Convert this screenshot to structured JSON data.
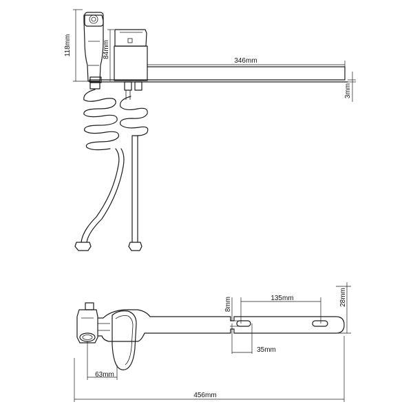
{
  "dimensions": {
    "side_height_handset": "118mm",
    "side_height_body": "84mm",
    "side_spout_length": "346mm",
    "side_spout_thickness": "3mm",
    "top_slot_spacing": "135mm",
    "top_spout_width": "28mm",
    "top_slot_width": "8mm",
    "top_slot_offset": "35mm",
    "top_handset_offset": "63mm",
    "top_total_length": "456mm"
  }
}
